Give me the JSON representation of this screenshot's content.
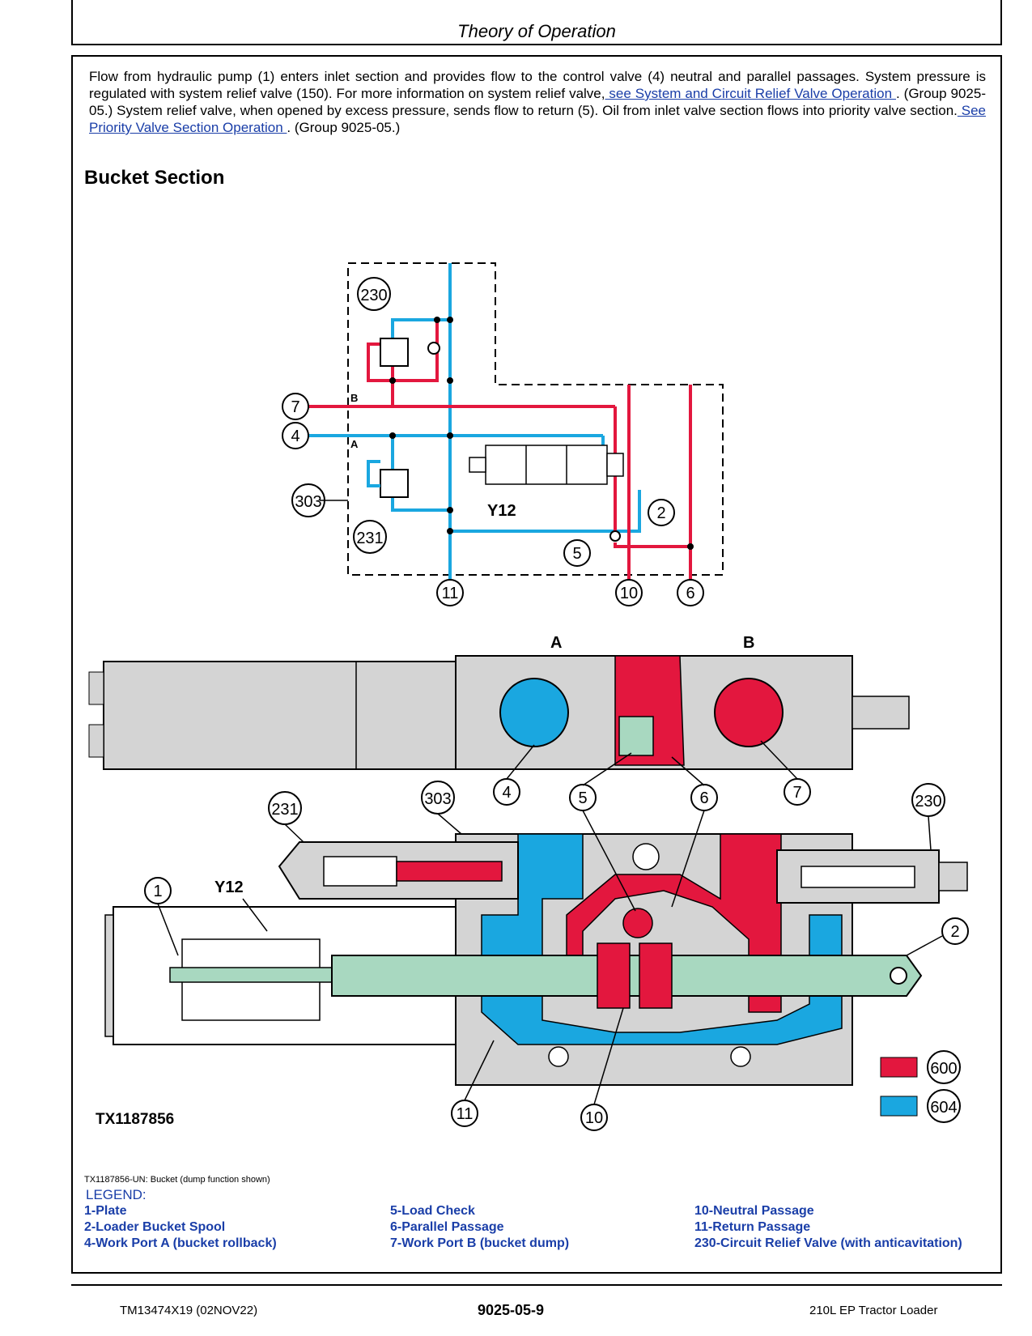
{
  "header": {
    "title": "Theory of Operation"
  },
  "intro": {
    "part1": "Flow from hydraulic pump (1) enters inlet section and provides flow to the control valve (4) neutral and parallel passages. System pressure is regulated with system relief valve (150). For more information on system relief valve,",
    "link1": " see System and Circuit Relief Valve Operation ",
    "part2": ". (Group 9025-05.) System relief valve, when opened by excess pressure, sends flow to return (5). Oil from inlet valve section flows into priority valve section.",
    "link2": " See Priority Valve Section Operation ",
    "part3": ". (Group 9025-05.)"
  },
  "section_title": "Bucket Section",
  "schematic": {
    "callouts": [
      "230",
      "7",
      "4",
      "303",
      "231",
      "2",
      "5",
      "11",
      "10",
      "6"
    ],
    "port_b": "B",
    "port_a": "A",
    "solenoid": "Y12"
  },
  "cutaway": {
    "port_a": "A",
    "port_b": "B",
    "callouts": [
      "231",
      "303",
      "4",
      "5",
      "6",
      "7",
      "230",
      "1",
      "2",
      "11",
      "10"
    ],
    "solenoid": "Y12"
  },
  "key": {
    "items": [
      {
        "code": "600",
        "color": "#e3173e"
      },
      {
        "code": "604",
        "color": "#1aa7e0"
      }
    ]
  },
  "figure_id": "TX1187856",
  "caption": "TX1187856-UN: Bucket (dump function shown)",
  "legend": {
    "title": "LEGEND:",
    "col1": [
      "1-Plate",
      "2-Loader Bucket Spool",
      "4-Work Port A (bucket rollback)"
    ],
    "col2": [
      "5-Load Check",
      "6-Parallel Passage",
      "7-Work Port B (bucket dump)"
    ],
    "col3": [
      "10-Neutral Passage",
      "11-Return Passage",
      "230-Circuit Relief Valve (with anticavitation)"
    ]
  },
  "footer": {
    "left": "TM13474X19 (02NOV22)",
    "center": "9025-05-9",
    "right": "210L EP Tractor Loader"
  },
  "colors": {
    "pressure_red": "#e3173e",
    "return_blue": "#1aa7e0",
    "spool_green": "#a8d8c0",
    "body_gray": "#d4d4d4",
    "link_blue": "#1a3ea8"
  }
}
